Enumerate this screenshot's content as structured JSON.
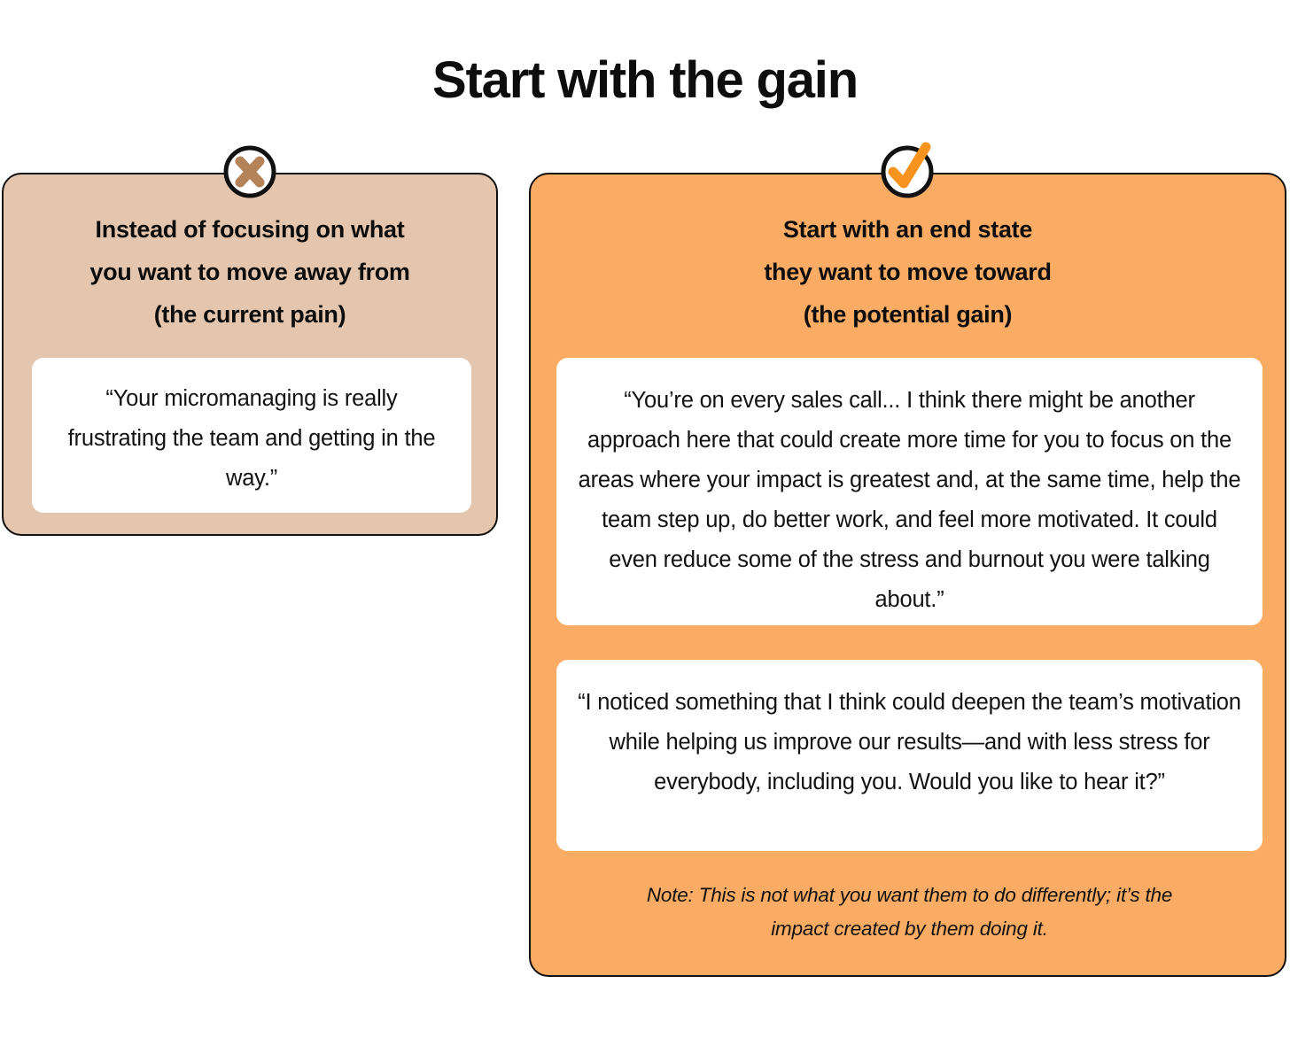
{
  "title": "Start with the gain",
  "colors": {
    "pain_card_bg": "#E4C6AE",
    "gain_card_bg": "#FBAC64",
    "x_mark": "#B5835A",
    "check_mark": "#F7941E",
    "card_border": "#111111",
    "quote_bg": "#FFFFFF",
    "text": "#0D0D0D",
    "page_bg": "#FFFFFF"
  },
  "pain_card": {
    "icon": "x-mark-icon",
    "heading_lines": [
      "Instead of focusing on what",
      "you want to move away from",
      "(the current pain)"
    ],
    "quotes": [
      "“Your micromanaging is really frustrating the team and getting in the way.”"
    ]
  },
  "gain_card": {
    "icon": "check-mark-icon",
    "heading_lines": [
      "Start with an end state",
      "they want to move toward",
      "(the potential gain)"
    ],
    "quotes": [
      "“You’re on every sales call... I think there might be another approach here that could create more time for you to focus on the areas where your impact is greatest and, at the same time, help the team step up, do better work, and feel more motivated. It could even reduce some of the stress and burnout you were talking about.”",
      "“I noticed something that I think could deepen the team’s motivation while helping us improve our results—and with less stress for everybody, including you. Would you like to hear it?”"
    ],
    "note_lines": [
      "Note: This is not what you want them to do differently; it’s the",
      "impact created by them doing it."
    ]
  }
}
